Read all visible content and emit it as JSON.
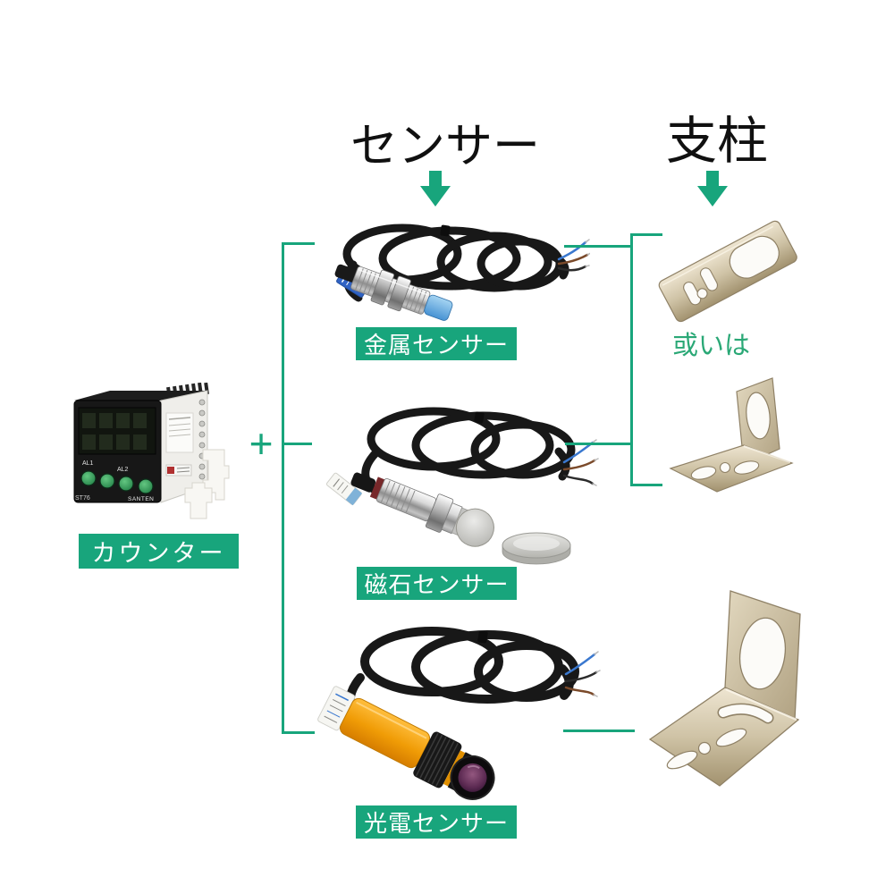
{
  "colors": {
    "accent": "#18a57c",
    "heading": "#101010",
    "label_text": "#ffffff",
    "or_text": "#2aa876"
  },
  "headings": {
    "sensor": "センサー",
    "pillar": "支柱"
  },
  "annotations": {
    "plus": "+",
    "or": "或いは"
  },
  "labels": {
    "counter": "カウンター",
    "metal": "金属センサー",
    "magnet": "磁石センサー",
    "photoelectric": "光電センサー"
  },
  "counter_device": {
    "alarm1": "AL1",
    "alarm2": "AL2",
    "model": "ST76",
    "brand": "SANTEN"
  },
  "icons": {
    "arrow_under_sensor": "down-arrow-icon",
    "arrow_under_pillar": "down-arrow-icon"
  }
}
